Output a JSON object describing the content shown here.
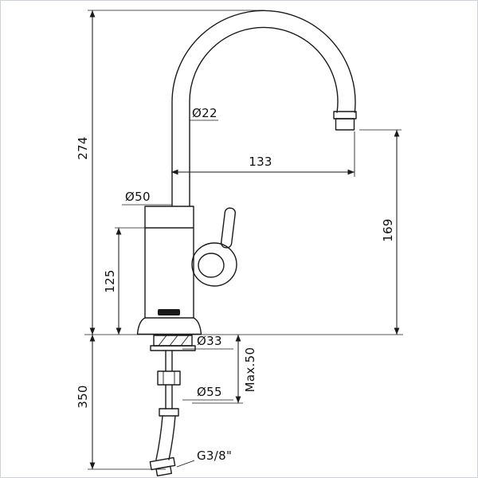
{
  "drawing": {
    "subject": "Single-lever kitchen mixer tap - dimensional technical drawing",
    "background": "#ffffff",
    "line_color": "#1a1a1a",
    "border_color": "#cdd0d4"
  },
  "labels": {
    "spout_height": "274",
    "reach": "133",
    "tube_diameter": "Ø22",
    "body_diameter": "Ø50",
    "outlet_height": "169",
    "body_height": "125",
    "shank_diameter": "Ø33",
    "max_deck_thickness": "Max.50",
    "nut_diameter": "Ø55",
    "below_deck_length": "350",
    "connection_thread": "G3/8\""
  }
}
